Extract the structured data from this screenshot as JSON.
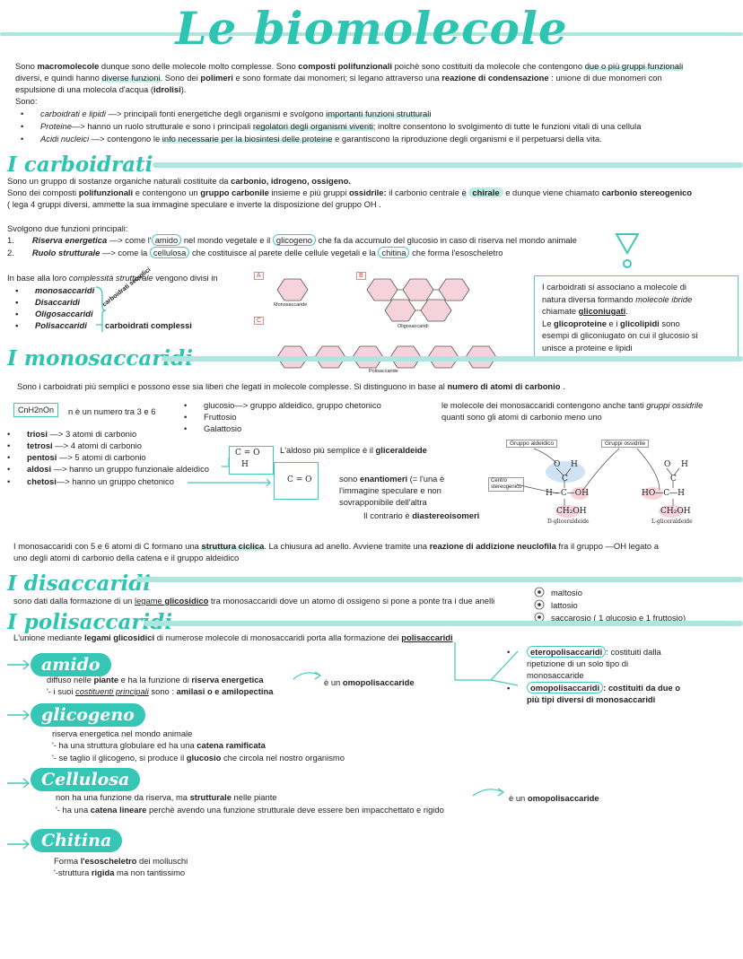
{
  "title": "Le biomolecole",
  "intro": {
    "l1a": "Sono ",
    "l1b": "macromolecole",
    "l1c": " dunque sono delle molecole molto complesse. Sono ",
    "l1d": "composti polifunzionali",
    "l1e": " poichè sono costituiti da molecole che contengono ",
    "l1f": "due o più gruppi funzionali",
    "l2a": "diversi, e quindi hanno ",
    "l2b": "diverse funzioni",
    "l2c": ".  Sono dei ",
    "l2d": "polimeri",
    "l2e": " e sono formate dai monomeri; si legano attraverso una ",
    "l2f": "reazione di condensazione",
    "l2g": " : unione di due monomeri con",
    "l3a": "espulsione di una molecola d'acqua (",
    "l3b": "idrolisi",
    "l3c": ").",
    "l4": "Sono:",
    "b1a": "carboidrati  e lipidi",
    "b1b": " —> principali fonti energetiche degli organismi e svolgono ",
    "b1c": "importanti funzioni strutturali",
    "b2a": "Proteine",
    "b2b": "—> hanno un ruolo strutturale e sono i principali ",
    "b2c": "regolatori degli organismi viventi",
    "b2d": "; inoltre consentono lo svolgimento di tutte le funzioni vitali di una cellula",
    "b3a": "Acidi nucleici",
    "b3b": " —> contengono le ",
    "b3c": "info necessarie per la biosintesi delle proteine",
    "b3d": " e garantiscono la riproduzione degli organismi e il perpetuarsi della vita."
  },
  "carbo": {
    "heading": "I carboidrati",
    "l1a": "Sono un gruppo di sostanze organiche naturali costituite da ",
    "l1b": "carbonio, idrogeno, ossigeno.",
    "l2a": "Sono dei composti ",
    "l2b": "polifunzionali",
    "l2c": " e contengono un ",
    "l2d": "gruppo carbonile",
    "l2e": " insieme e più gruppi ",
    "l2f": "ossidrile:",
    "l2g": "  il carbonio centrale ",
    "l2h": "è",
    "l2i": "chirale",
    "l2j": " e dunque viene chiamato ",
    "l2k": "carbonio stereogenico",
    "l3": "( lega 4 gruppi diversi, ammette la sua immagine speculare e inverte la disposizione del gruppo OH .",
    "l4": "Svolgono due funzioni principali:",
    "f1n": "1.",
    "f1a": "Riserva energetica",
    "f1b": " —>  come l'",
    "f1c": "amido",
    "f1d": " nel mondo vegetale e il ",
    "f1e": "glicogeno",
    "f1f": " che fa da accumulo del glucosio in caso di riserva nel mondo animale",
    "f2n": "2.",
    "f2a": "Ruolo strutturale",
    "f2b": " —> come la ",
    "f2c": "cellulosa",
    "f2d": " che costituisce al parete delle cellule vegetali e la ",
    "f2e": "chitina",
    "f2f": " che forma l'esoscheletro",
    "l5a": "In base alla loro ",
    "l5b": "complessità strutturale",
    "l5c": " vengono divisi in",
    "types": [
      "monosaccaridi",
      "Disaccaridi",
      "Oligosaccaridi",
      "Polisaccaridi"
    ],
    "simple_note": "carboidrati semplici",
    "complex_note": "carboidrati complessi",
    "fig_A": "A",
    "fig_B": "B",
    "fig_C": "C",
    "fig_mono": "Monosaccaride",
    "fig_oligo": "Oligosaccaridi",
    "fig_poly": "Polisaccaride",
    "warn_mark": "!",
    "box": {
      "l1": "I carboidrati si associano a molecole di",
      "l2a": "natura diversa formando ",
      "l2b": "molecole ibride",
      "l3a": "chiamate ",
      "l3b": "gliconiugati",
      "l3c": ".",
      "l4a": "Le ",
      "l4b": "glicoproteine",
      "l4c": " e i ",
      "l4d": "glicolipidi",
      "l4e": " sono",
      "l5": "esempi di gliconiugato on cui il glucosio si",
      "l6": "unisce a proteine e lipidi"
    }
  },
  "mono": {
    "heading": "I monosaccaridi",
    "l1a": "Sono i carboidrati più semplici e possono esse sia liberi che legati in molecole complesse. Si distinguono in base al ",
    "l1b": "numero di atomi di carbonio",
    "l1c": " .",
    "formula": "CnH2nOn",
    "formula_note": "n è un numero tra 3 e 6",
    "ex": [
      "glucosio—> gruppo aldeidico, gruppo chetonico",
      "Fruttosio",
      "Galattosio"
    ],
    "r1": "le molecole dei monosaccaridi contengono anche tanti ",
    "r1b": "gruppi ossidrile",
    "r2": "quanti sono gli atomi di carbonio meno uno",
    "list": [
      {
        "a": "triosi",
        "b": " —> 3 atomi di carbonio"
      },
      {
        "a": "tetrosi",
        "b": " —> 4 atomi di carbonio"
      },
      {
        "a": "pentosi",
        "b": " —> 5 atomi di carbonio"
      },
      {
        "a": "aldosi",
        "b": " —> hanno un gruppo funzionale aldeidico"
      },
      {
        "a": "chetosi",
        "b": "—> hanno un gruppo chetonico"
      }
    ],
    "aldo_a": "L'aldoso più semplice è il ",
    "aldo_b": "gliceraldeide",
    "aldo_group": "C = O",
    "aldo_h": "H",
    "keto_group": "C = O",
    "enant1a": "sono ",
    "enant1b": "enantiomeri",
    "enant1c": " (= l'una è",
    "enant2": "l'immagine speculare e non",
    "enant3": "sovrapponibile dell'altra",
    "enant4a": "Il contrario è ",
    "enant4b": "diastereoisomeri",
    "lab_ald": "Gruppo aldeidico",
    "lab_oss": "Gruppi ossidrile",
    "lab_centro1": "Centro",
    "lab_centro2": "stereogenico",
    "d_name": "D-gliceraldeide",
    "l_name": "L-gliceraldeide",
    "c1a": "I monosaccaridi con 5 e 6 atomi di C formano una ",
    "c1b": "struttura ciclica",
    "c1c": ". La chiusura ad anello. Avviene tramite una ",
    "c1d": "reazione di addizione neuclofila",
    "c1e": " fra il gruppo —OH legato a",
    "c2": "uno degli atomi di carbonio della catena e il gruppo aldeidico"
  },
  "disacc": {
    "heading": "I disaccaridi",
    "l1a": "sono dati dalla formazione di un ",
    "l1b": "legame ",
    "l1c": "glicosidico",
    "l1d": " tra monosaccaridi dove un atomo di ossigeno si pone a ponte tra i due anelli",
    "list": [
      "maltosio",
      "lattosio",
      "saccarosio ( 1 glucosio e 1 fruttosio)"
    ]
  },
  "poly": {
    "heading": "I polisaccaridi",
    "l1a": "L'unione mediante ",
    "l1b": "legami glicosidici",
    "l1c": " di numerose molecole di monosaccaridi porta alla formazione dei ",
    "l1d": "polisaccaridi",
    "het_a": "eteropolisaccaridi",
    "het_b": ": costituiti dalla",
    "het_2": "ripetizione di un solo tipo di",
    "het_3": "monosaccaride",
    "omo_a": "omopolisaccaridi",
    "omo_b": ": costituiti da due o",
    "omo_2": "più tipi diversi di monosaccaridi",
    "amido": {
      "tag": "amido",
      "l1a": "diffuso nelle ",
      "l1b": "piante",
      "l1c": " e ha la funzione di ",
      "l1d": "riserva energetica",
      "l2a": "'- i suoi ",
      "l2b": "costituenti principali",
      "l2c": "  sono : ",
      "l2d": "amilasi o e amilopectina",
      "side_a": "è un ",
      "side_b": "omopolisaccaride"
    },
    "glico": {
      "tag": "glicogeno",
      "l1": "riserva energetica nel mondo animale",
      "l2a": "'- ha una struttura globulare ed ha una ",
      "l2b": "catena ramificata",
      "l3a": "'- se taglio il glicogeno, si produce il ",
      "l3b": "glucosio",
      "l3c": " che circola nel nostro organismo"
    },
    "cell": {
      "tag": "Cellulosa",
      "l1a": "non ha una funzione da riserva, ma ",
      "l1b": "strutturale",
      "l1c": " nelle piante",
      "l2a": "'- ha una ",
      "l2b": "catena lineare",
      "l2c": " perchè avendo una funzione strutturale deve essere ben impacchettato e rigido",
      "side_a": "è un ",
      "side_b": "omopolisaccaride"
    },
    "chit": {
      "tag": "Chitina",
      "l1a": "Forma ",
      "l1b": "l'esoscheletro",
      "l1c": " dei molluschi",
      "l2a": "'-struttura ",
      "l2b": "rigida",
      "l2c": " ma non tantissimo"
    }
  }
}
